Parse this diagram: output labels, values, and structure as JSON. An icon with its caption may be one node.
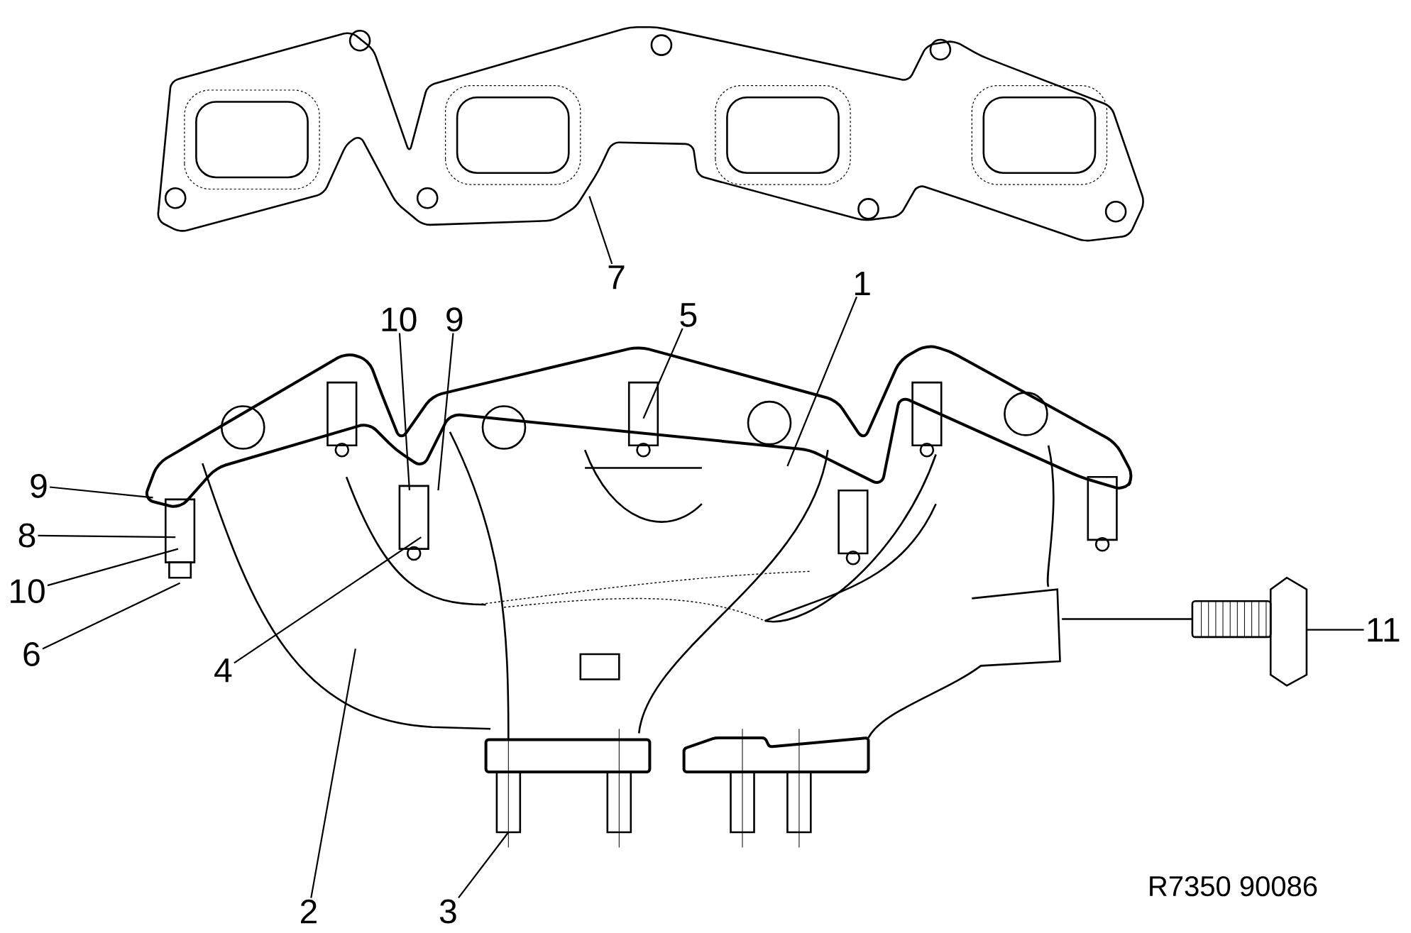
{
  "diagram": {
    "nodes": [
      {
        "text": [
          "7"
        ]
      },
      {
        "text": [
          "1"
        ]
      },
      {
        "text": [
          "10"
        ]
      },
      {
        "text": [
          "9"
        ]
      },
      {
        "text": [
          "5"
        ]
      },
      {
        "text": [
          "9"
        ]
      },
      {
        "text": [
          "8"
        ]
      },
      {
        "text": [
          "10"
        ]
      },
      {
        "text": [
          "6"
        ]
      },
      {
        "text": [
          "4"
        ]
      },
      {
        "text": [
          "11"
        ]
      },
      {
        "text": [
          "2"
        ]
      },
      {
        "text": [
          "3"
        ]
      }
    ],
    "edges": [
      {
        "from": 0,
        "to": null,
        "arrow": "none"
      },
      {
        "from": 1,
        "to": null,
        "arrow": "none"
      },
      {
        "from": 2,
        "to": null,
        "arrow": "none"
      },
      {
        "from": 3,
        "to": null,
        "arrow": "none"
      },
      {
        "from": 4,
        "to": null,
        "arrow": "none"
      },
      {
        "from": 5,
        "to": null,
        "arrow": "none"
      },
      {
        "from": 6,
        "to": null,
        "arrow": "none"
      },
      {
        "from": 7,
        "to": null,
        "arrow": "none"
      },
      {
        "from": 8,
        "to": null,
        "arrow": "none"
      },
      {
        "from": 9,
        "to": null,
        "arrow": "none"
      },
      {
        "from": 10,
        "to": null,
        "arrow": "none"
      },
      {
        "from": 11,
        "to": null,
        "arrow": "none"
      },
      {
        "from": 12,
        "to": null,
        "arrow": "none"
      }
    ],
    "labels": [
      "R7350 90086"
    ]
  }
}
